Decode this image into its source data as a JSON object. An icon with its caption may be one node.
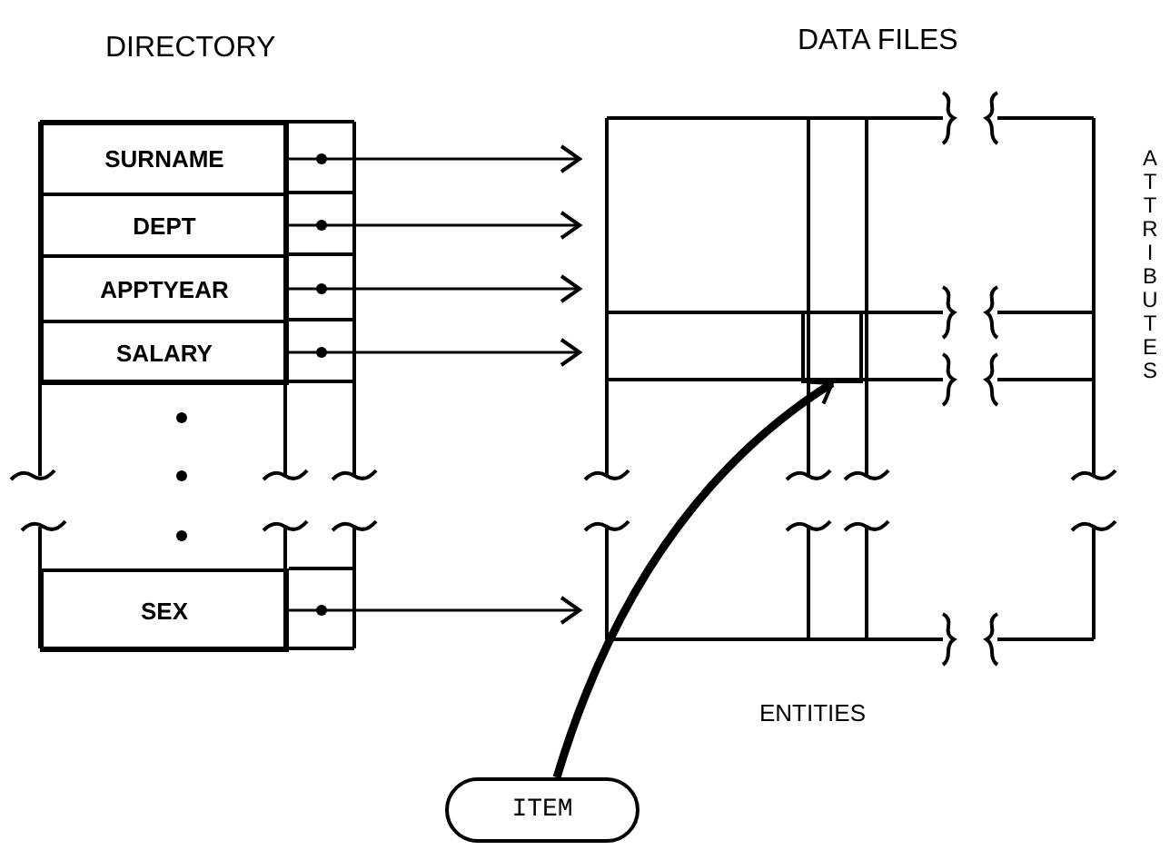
{
  "diagram": {
    "nodes": [
      {
        "text": [
          "DIRECTORY"
        ]
      },
      {
        "text": [
          "SURNAME"
        ],
        "in": 0
      },
      {
        "text": [
          "DEPT"
        ],
        "in": 0
      },
      {
        "text": [
          "APPTYEAR"
        ],
        "in": 0
      },
      {
        "text": [
          "SALARY"
        ],
        "in": 0
      },
      {
        "text": [
          "SEX"
        ],
        "in": 0
      },
      {
        "text": [
          "DATA FILES"
        ]
      },
      {
        "text": [],
        "shape": "box",
        "in": 6
      },
      {
        "text": [
          "ITEM"
        ]
      }
    ],
    "edges": [
      {
        "from": 1,
        "to": 6,
        "arrow": "to"
      },
      {
        "from": 2,
        "to": 6,
        "arrow": "to"
      },
      {
        "from": 3,
        "to": 6,
        "arrow": "to"
      },
      {
        "from": 4,
        "to": 6,
        "arrow": "to"
      },
      {
        "from": 5,
        "to": 6,
        "arrow": "to"
      },
      {
        "from": 8,
        "to": 7,
        "arrow": "to",
        "style": "thick"
      }
    ],
    "labels": [
      "ATTRIBUTES",
      "ENTITIES"
    ]
  }
}
